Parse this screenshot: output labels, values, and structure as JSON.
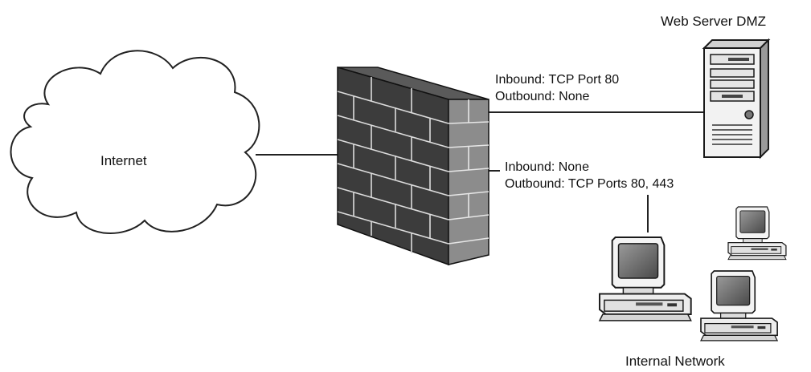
{
  "diagram": {
    "internet_label": "Internet",
    "dmz_label": "Web Server DMZ",
    "dmz_rules": {
      "inbound": "Inbound: TCP Port 80",
      "outbound": "Outbound: None"
    },
    "internal_rules": {
      "inbound": "Inbound: None",
      "outbound": "Outbound: TCP Ports 80, 443"
    },
    "internal_label": "Internal Network"
  },
  "icons": [
    "cloud-icon",
    "firewall-icon",
    "server-tower-icon",
    "desktop-computer-icon"
  ],
  "colors": {
    "line": "#222222",
    "wall_face": "#3a3a3a",
    "wall_side": "#8c8c8c",
    "wall_top": "#5a5a5a",
    "device_body": "#f2f2f2",
    "screen": "#6b6b6b"
  }
}
